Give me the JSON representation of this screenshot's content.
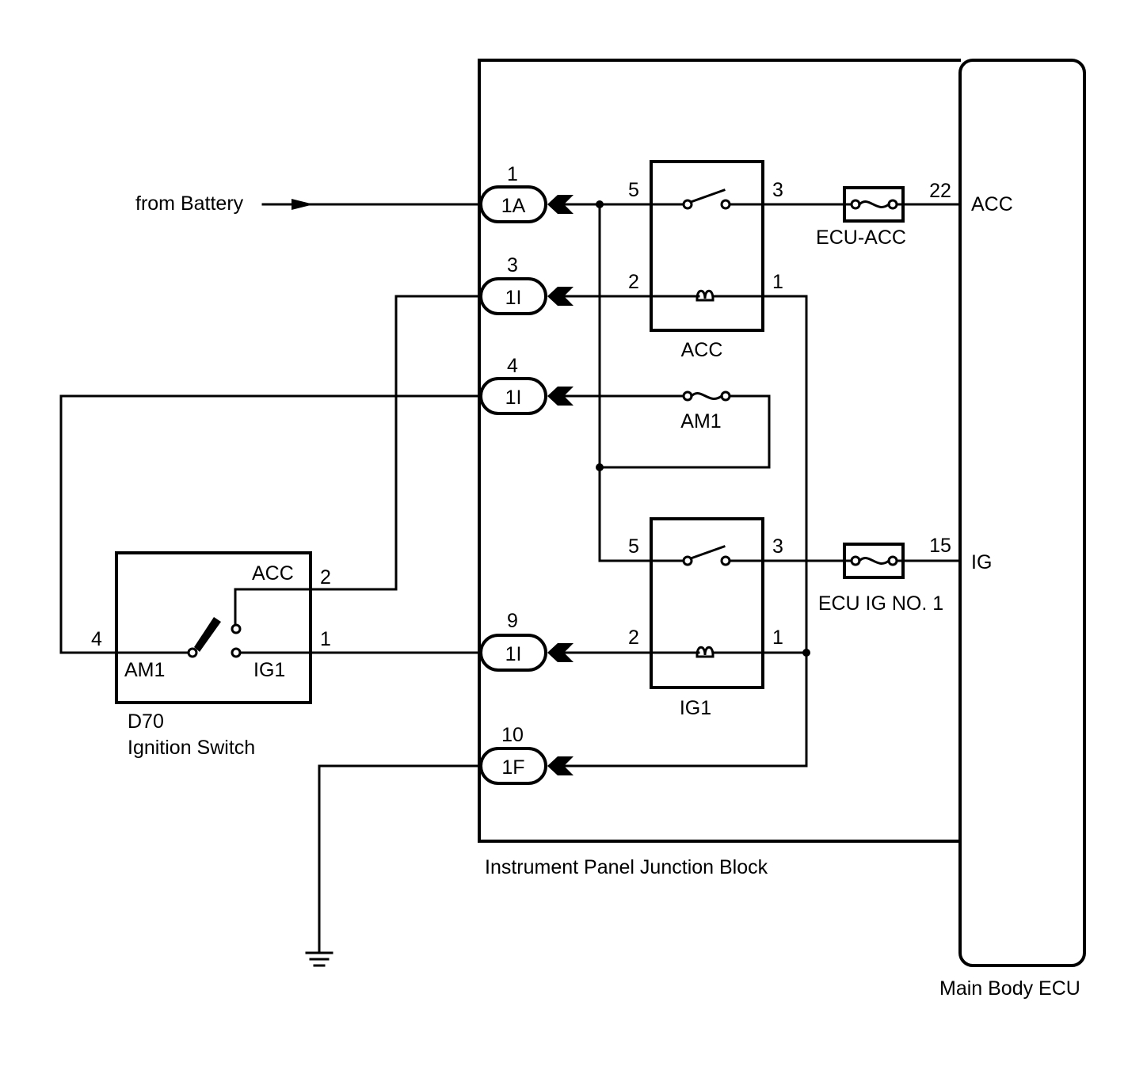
{
  "labels": {
    "from_battery": "from Battery",
    "instrument_panel_jb": "Instrument Panel Junction Block",
    "main_body_ecu": "Main Body ECU",
    "ignition_switch_id": "D70",
    "ignition_switch_name": "Ignition Switch",
    "relay_acc": "ACC",
    "relay_ig1": "IG1",
    "fuse_am1": "AM1",
    "fuse_ecu_acc": "ECU-ACC",
    "fuse_ecu_ig": "ECU IG NO. 1",
    "ecu_acc": "ACC",
    "ecu_ig": "IG",
    "sw_acc": "ACC",
    "sw_am1": "AM1",
    "sw_ig1": "IG1"
  },
  "connectors": [
    {
      "pin": "1",
      "code": "1A"
    },
    {
      "pin": "3",
      "code": "1I"
    },
    {
      "pin": "4",
      "code": "1I"
    },
    {
      "pin": "9",
      "code": "1I"
    },
    {
      "pin": "10",
      "code": "1F"
    }
  ],
  "pins": {
    "acc_relay_5": "5",
    "acc_relay_3": "3",
    "acc_relay_2": "2",
    "acc_relay_1": "1",
    "ig1_relay_5": "5",
    "ig1_relay_3": "3",
    "ig1_relay_2": "2",
    "ig1_relay_1": "1",
    "ecu_22": "22",
    "ecu_15": "15",
    "sw_2": "2",
    "sw_4": "4",
    "sw_1": "1"
  }
}
